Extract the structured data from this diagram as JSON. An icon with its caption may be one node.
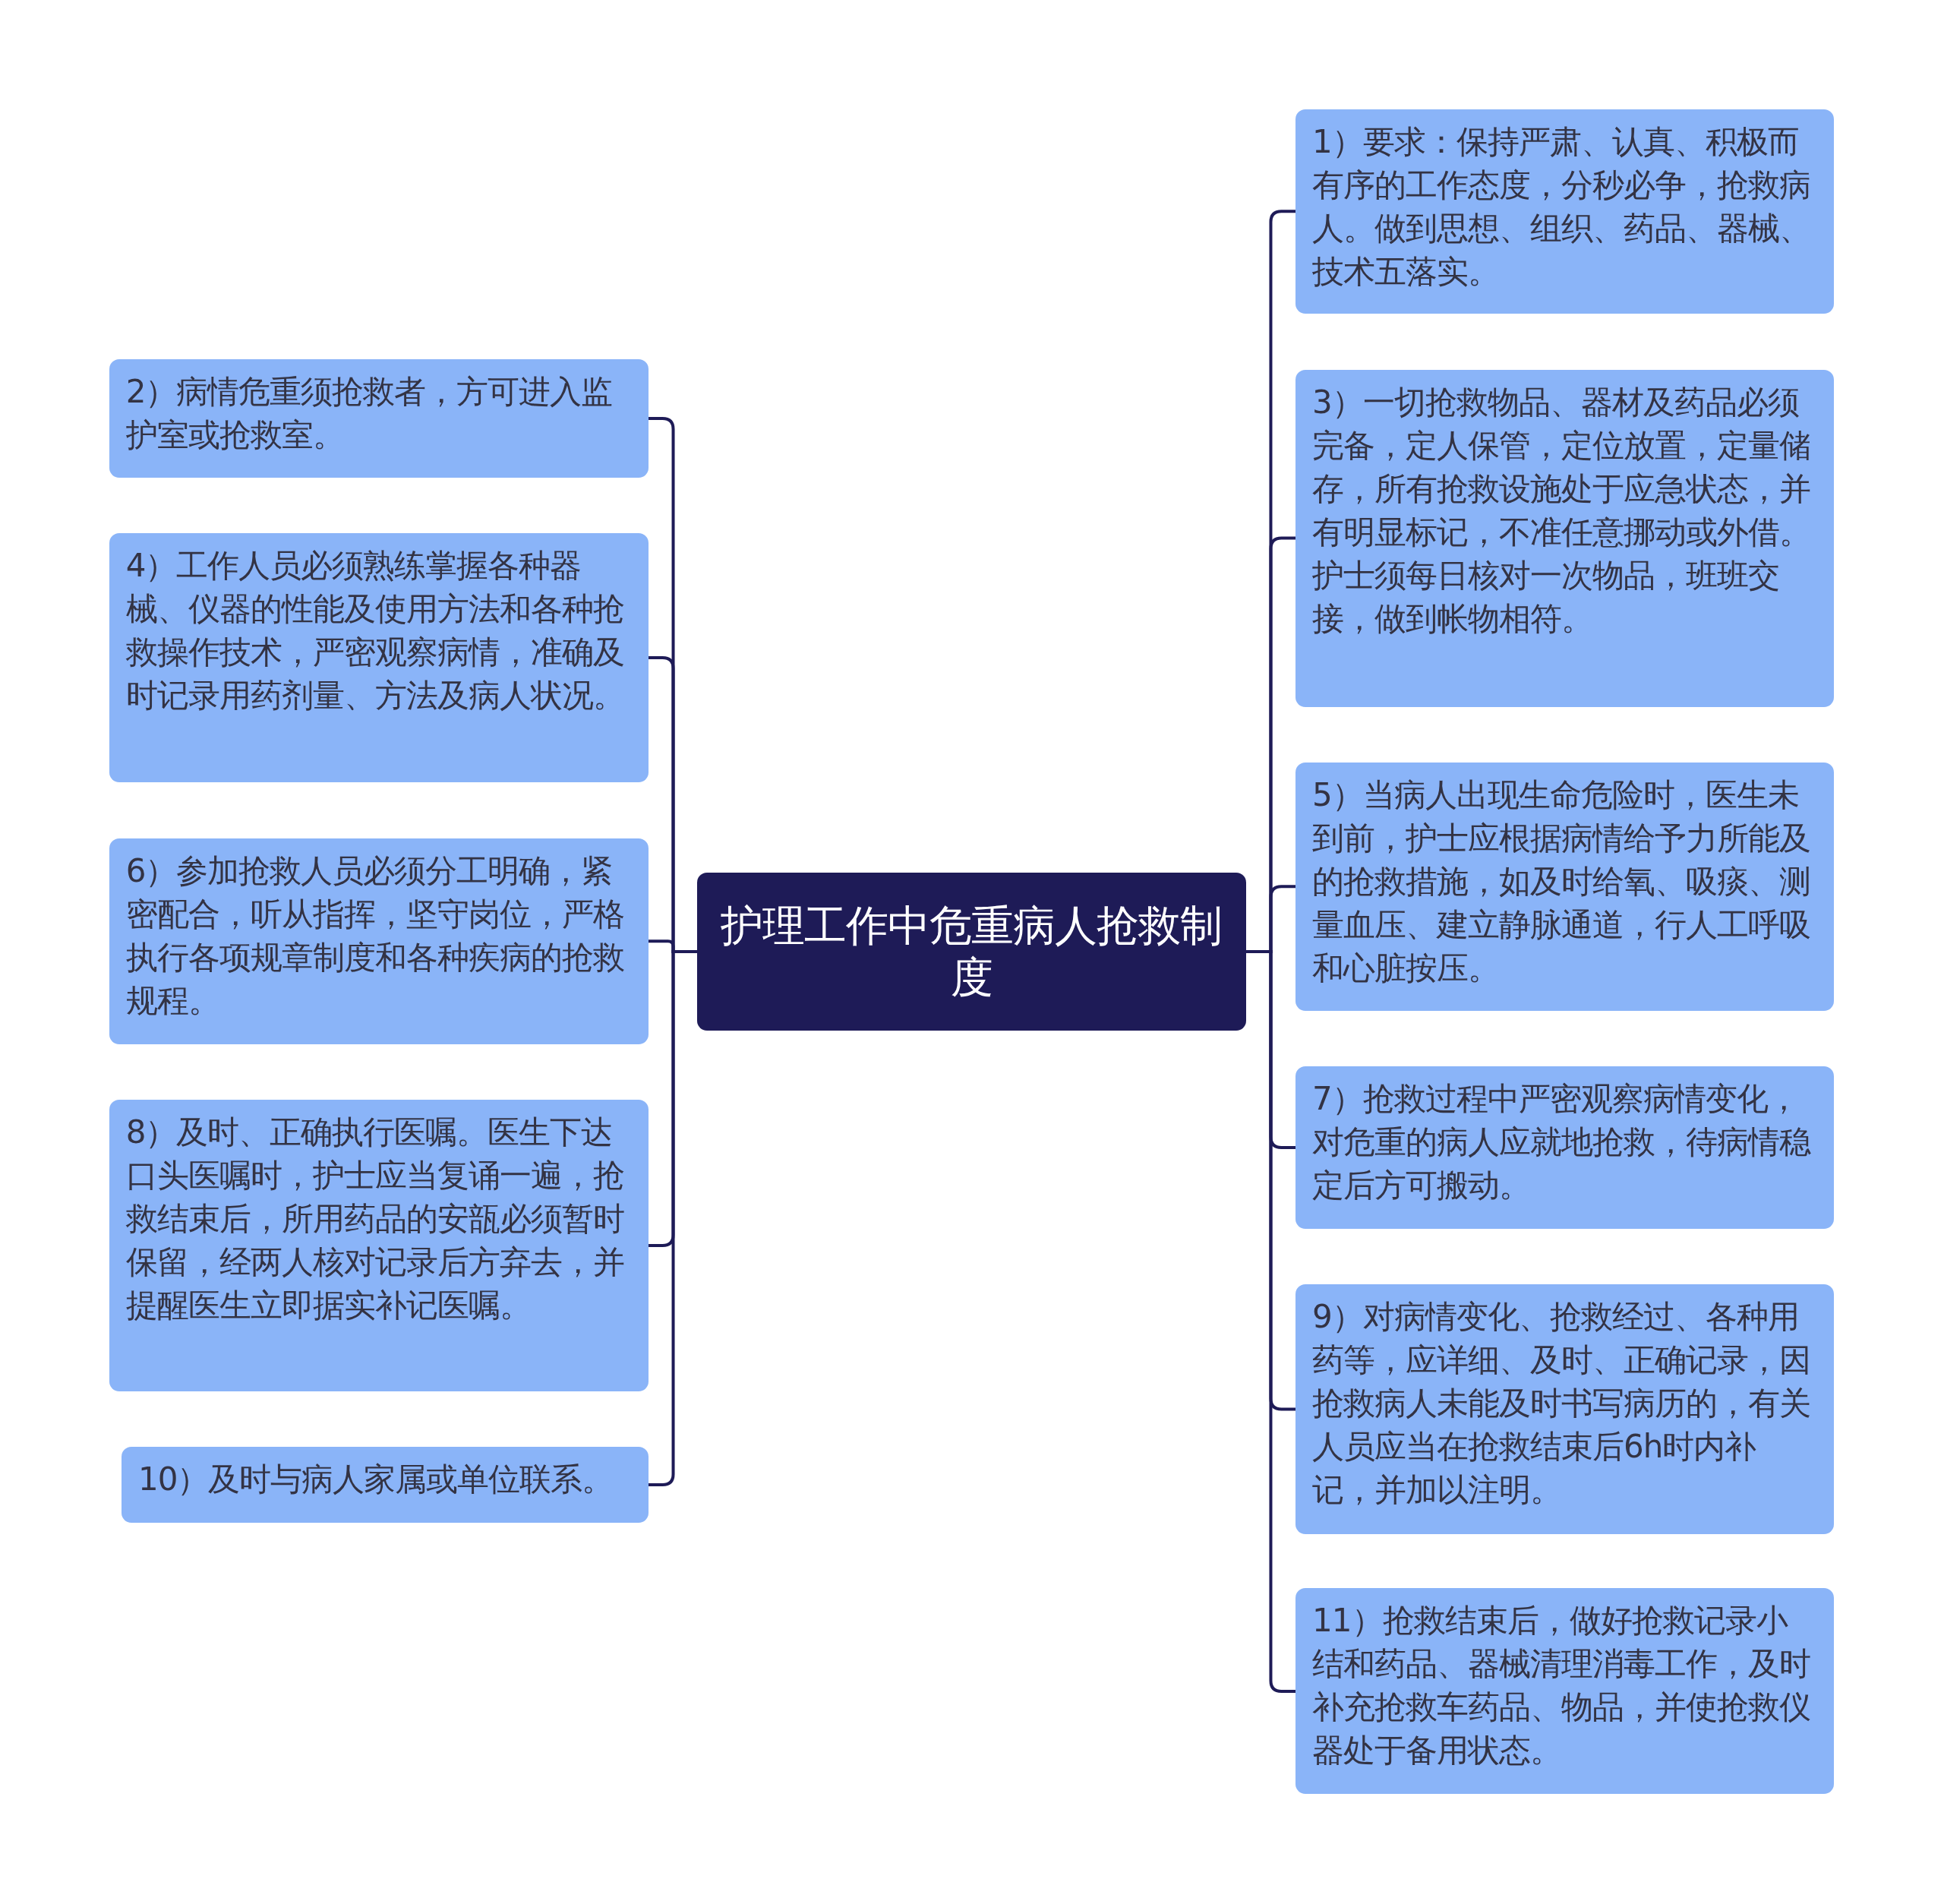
{
  "diagram": {
    "nodes": [
      {
        "text": [
          "护理工作中危重病人抢救制度"
        ]
      },
      {
        "text": [
          "1）要求：保持严肃、认真、积极而有序的工作态度，分秒必争，抢救病人。做到思想、组织、药品、器械、技术五落实。"
        ]
      },
      {
        "text": [
          "2）病情危重须抢救者，方可进入监护室或抢救室。"
        ]
      },
      {
        "text": [
          "3）一切抢救物品、器材及药品必须完备，定人保管，定位放置，定量储存，所有抢救设施处于应急状态，并有明显标记，不准任意挪动或外借。护士须每日核对一次物品，班班交接，做到帐物相符。"
        ]
      },
      {
        "text": [
          "4）工作人员必须熟练掌握各种器械、仪器的性能及使用方法和各种抢救操作技术，严密观察病情，准确及时记录用药剂量、方法及病人状况。"
        ]
      },
      {
        "text": [
          "5）当病人出现生命危险时，医生未到前，护士应根据病情给予力所能及的抢救措施，如及时给氧、吸痰、测量血压、建立静脉通道，行人工呼吸和心脏按压。"
        ]
      },
      {
        "text": [
          "6）参加抢救人员必须分工明确，紧密配合，听从指挥，坚守岗位，严格执行各项规章制度和各种疾病的抢救规程。"
        ]
      },
      {
        "text": [
          "7）抢救过程中严密观察病情变化，对危重的病人应就地抢救，待病情稳定后方可搬动。"
        ]
      },
      {
        "text": [
          "8）及时、正确执行医嘱。医生下达口头医嘱时，护士应当复诵一遍，抢救结束后，所用药品的安瓿必须暂时保留，经两人核对记录后方弃去，并提醒医生立即据实补记医嘱。"
        ]
      },
      {
        "text": [
          "9）对病情变化、抢救经过、各种用药等，应详细、及时、正确记录，因抢救病人未能及时书写病历的，有关人员应当在抢救结束后6h时内补记，并加以注明。"
        ]
      },
      {
        "text": [
          "10）及时与病人家属或单位联系。"
        ]
      },
      {
        "text": [
          "11）抢救结束后，做好抢救记录小结和药品、器械清理消毒工作，及时补充抢救车药品、物品，并使抢救仪器处于备用状态。"
        ]
      }
    ],
    "edges": [
      {
        "from": 0,
        "to": 1,
        "arrow": "none"
      },
      {
        "from": 0,
        "to": 2,
        "arrow": "none"
      },
      {
        "from": 0,
        "to": 3,
        "arrow": "none"
      },
      {
        "from": 0,
        "to": 4,
        "arrow": "none"
      },
      {
        "from": 0,
        "to": 5,
        "arrow": "none"
      },
      {
        "from": 0,
        "to": 6,
        "arrow": "none"
      },
      {
        "from": 0,
        "to": 7,
        "arrow": "none"
      },
      {
        "from": 0,
        "to": 8,
        "arrow": "none"
      },
      {
        "from": 0,
        "to": 9,
        "arrow": "none"
      },
      {
        "from": 0,
        "to": 10,
        "arrow": "none"
      },
      {
        "from": 0,
        "to": 11,
        "arrow": "none"
      }
    ]
  }
}
